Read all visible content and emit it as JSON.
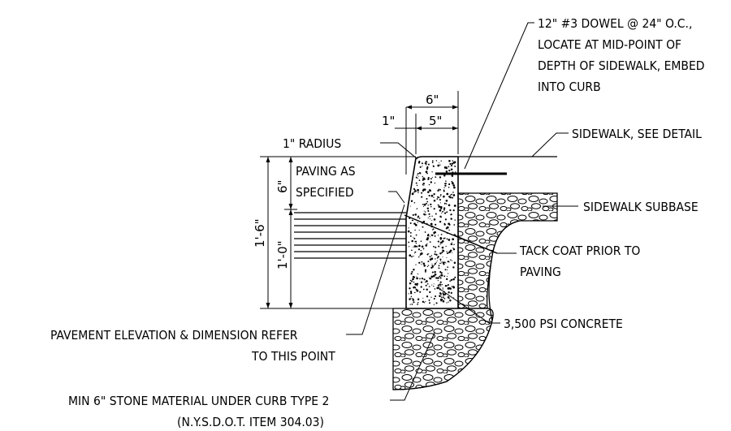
{
  "labels": {
    "dowel_line1": "12\" #3 DOWEL @ 24\" O.C.,",
    "dowel_line2": "LOCATE AT MID-POINT OF",
    "dowel_line3": "DEPTH OF SIDEWALK, EMBED",
    "dowel_line4": "INTO CURB",
    "sidewalk": "SIDEWALK, SEE DETAIL",
    "subbase": "SIDEWALK SUBBASE",
    "tack_line1": "TACK COAT PRIOR TO",
    "tack_line2": "PAVING",
    "concrete": "3,500 PSI CONCRETE",
    "radius": "1\" RADIUS",
    "paving_line1": "PAVING AS",
    "paving_line2": "SPECIFIED",
    "pavement_line1": "PAVEMENT ELEVATION & DIMENSION REFER",
    "pavement_line2": "TO THIS POINT",
    "stone_line1": "MIN 6\" STONE MATERIAL UNDER CURB TYPE 2",
    "stone_line2": "(N.Y.S.D.O.T. ITEM 304.03)"
  },
  "dimensions": {
    "top_width": "6\"",
    "inner_width": "5\"",
    "batter": "1\"",
    "total_height": "1'-6\"",
    "reveal": "6\"",
    "lower_height": "1'-0\""
  }
}
